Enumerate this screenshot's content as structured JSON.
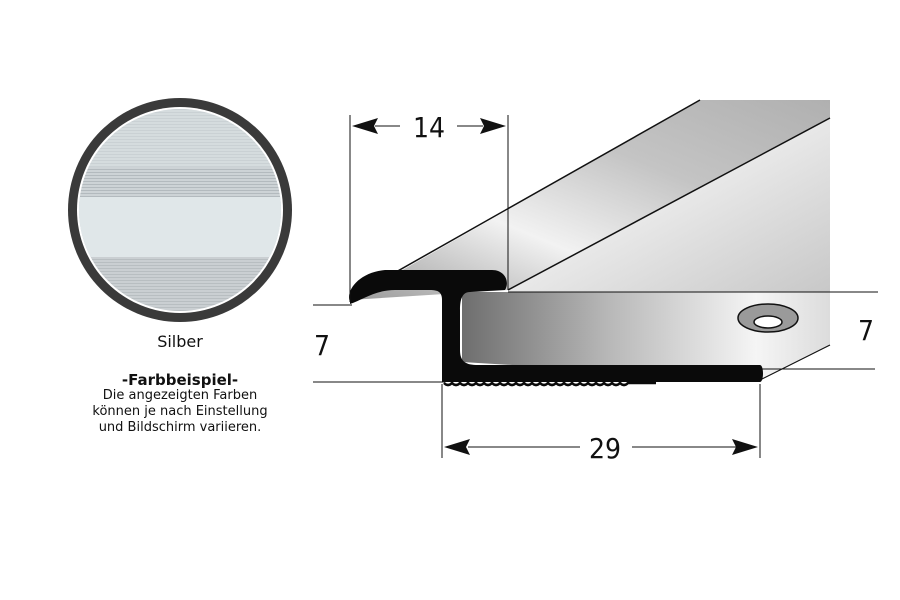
{
  "swatch": {
    "label": "Silber",
    "colors": {
      "ring": "#3a3a3a",
      "metal_light": "#e2e8ea",
      "metal_mid": "#c8ced1",
      "metal_band": "#dde4e6"
    }
  },
  "note": {
    "title": "-Farbbeispiel-",
    "lines": [
      "Die angezeigten Farben",
      "können je nach Einstellung",
      "und Bildschirm variieren."
    ]
  },
  "diagram": {
    "dimensions": {
      "top_width": "14",
      "left_height": "7",
      "right_height": "7",
      "bottom_width": "29"
    },
    "features": [
      "profile-cross-section",
      "countersunk-screw-hole",
      "ribbed-base"
    ],
    "colors": {
      "profile_black": "#0a0a0a",
      "metal_dark": "#8a8a8a",
      "metal_light": "#f4f4f4"
    }
  }
}
